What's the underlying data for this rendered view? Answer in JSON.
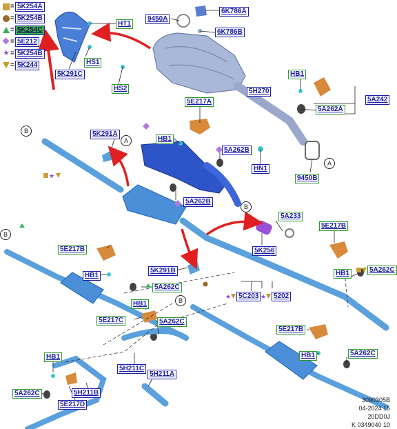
{
  "legend": [
    {
      "symbol": "square",
      "color": "#c8a23a",
      "label": "5K254A"
    },
    {
      "symbol": "circle",
      "color": "#9a6a2a",
      "label": "5K254B"
    },
    {
      "symbol": "triangle",
      "color": "#35b35a",
      "label": "5K254C",
      "highlighted": true
    },
    {
      "symbol": "diamond",
      "color": "#b07adf",
      "label": "5E212"
    },
    {
      "symbol": "star",
      "color": "#8a4fc6",
      "label": "5K254B"
    },
    {
      "symbol": "down-triangle",
      "color": "#c89a2a",
      "label": "5K244"
    }
  ],
  "labels": {
    "ht1": "HT1",
    "hs1": "HS1",
    "hs2": "HS2",
    "p5k291c": "5K291C",
    "p9450a": "9450A",
    "p6k786a": "6K786A",
    "p6k786b": "6K786B",
    "hb1_top": "HB1",
    "p5h270": "5H270",
    "p5a242": "5A242",
    "p5a262a": "5A262A",
    "p5e217a": "5E217A",
    "p5k291a": "5K291A",
    "hb1_mid": "HB1",
    "p5a262b": "5A262B",
    "hn1": "HN1",
    "p9450b": "9450B",
    "p5a262b_2": "5A262B",
    "p5a233": "5A233",
    "p5k256": "5K256",
    "p5e217b_r": "5E217B",
    "hb1_r": "HB1",
    "p5a262c_r": "5A262C",
    "p5e217b_l": "5E217B",
    "hb1_l": "HB1",
    "p5k291b": "5K291B",
    "p5a262c_l": "5A262C",
    "hb1_c": "HB1",
    "p5e217c": "5E217C",
    "p5a262c_c": "5A262C",
    "p5c203": "5C203",
    "p5202": "5202",
    "p5e217b_br": "5E217B",
    "hb1_br": "HB1",
    "p5a262c_br": "5A262C",
    "p5h211c": "5H211C",
    "p5h211a": "5H211A",
    "hb1_bl": "HB1",
    "p5a262c_bl": "5A262C",
    "p5h211b": "5H211B",
    "p5e217d": "5E217D"
  },
  "connectors": {
    "a": "A",
    "b": "B"
  },
  "codes": [
    "3090305B",
    "04-2024 15",
    "20DD0J",
    "K 0349040 10"
  ],
  "colors": {
    "pipe": "#5aa0dc",
    "muffler": "#3b78c8",
    "bracket": "#d8893a",
    "label_border": "#2c9a2c",
    "arrow": "#e02020",
    "cat": "#8ea2c8"
  }
}
